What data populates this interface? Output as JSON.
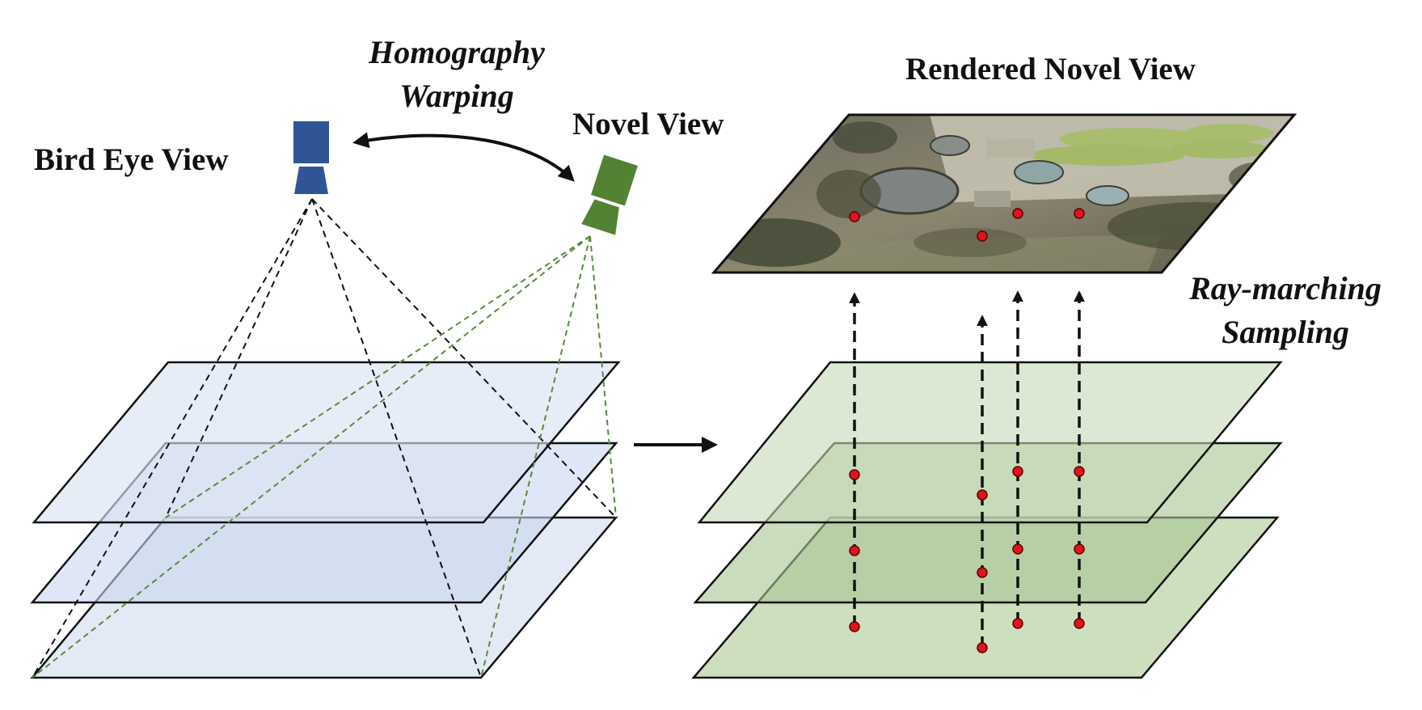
{
  "labels": {
    "homography_line1": "Homography",
    "homography_line2": "Warping",
    "bird_eye_view": "Bird Eye View",
    "novel_view": "Novel View",
    "rendered_novel_view": "Rendered Novel View",
    "ray_line1": "Ray-marching",
    "ray_line2": "Sampling"
  },
  "colors": {
    "bev_camera": "#2f5597",
    "novel_camera": "#548235",
    "blue_plane_fill": "#dae3f3",
    "green_plane_fill": "#c5d9b5",
    "sample_point": "#e0141e",
    "frustum_black": "#111111",
    "frustum_green": "#5a8a3c"
  },
  "icons": [
    "bird-eye-camera-icon",
    "novel-view-camera-icon",
    "warping-arrow-icon",
    "pipeline-arrow-icon"
  ]
}
